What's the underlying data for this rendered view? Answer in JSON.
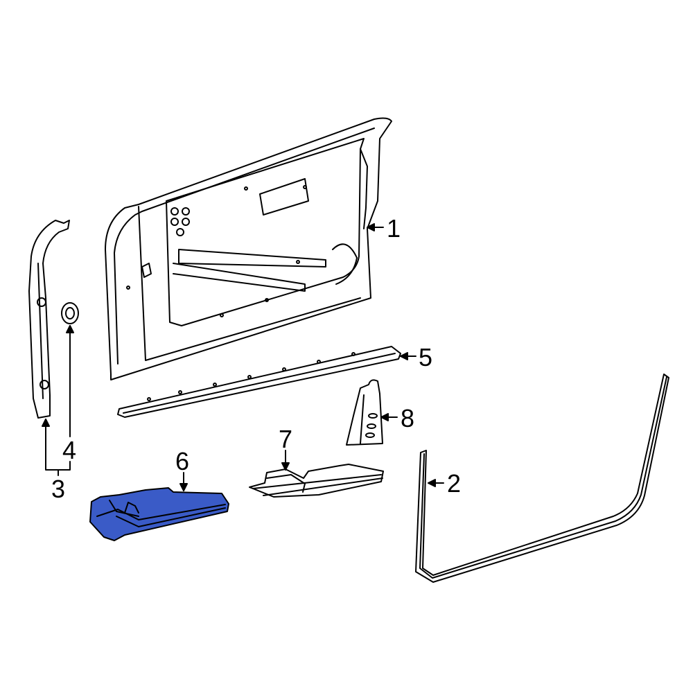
{
  "diagram": {
    "type": "exploded-parts-diagram",
    "subject": "Front door shell and related components",
    "highlight_color": "#3a5bc7",
    "line_color": "#000000",
    "parts": [
      {
        "number": "1",
        "name": "door-shell",
        "highlighted": false
      },
      {
        "number": "2",
        "name": "door-weatherstrip",
        "highlighted": false
      },
      {
        "number": "3",
        "name": "door-frame-trim-strip",
        "highlighted": false
      },
      {
        "number": "4",
        "name": "grommet",
        "highlighted": false
      },
      {
        "number": "5",
        "name": "belt-molding",
        "highlighted": false
      },
      {
        "number": "6",
        "name": "lower-trim-panel",
        "highlighted": true
      },
      {
        "number": "7",
        "name": "bracket",
        "highlighted": false
      },
      {
        "number": "8",
        "name": "support-bracket",
        "highlighted": false
      }
    ]
  },
  "callouts": {
    "c1": "1",
    "c2": "2",
    "c3": "3",
    "c4": "4",
    "c5": "5",
    "c6": "6",
    "c7": "7",
    "c8": "8"
  }
}
